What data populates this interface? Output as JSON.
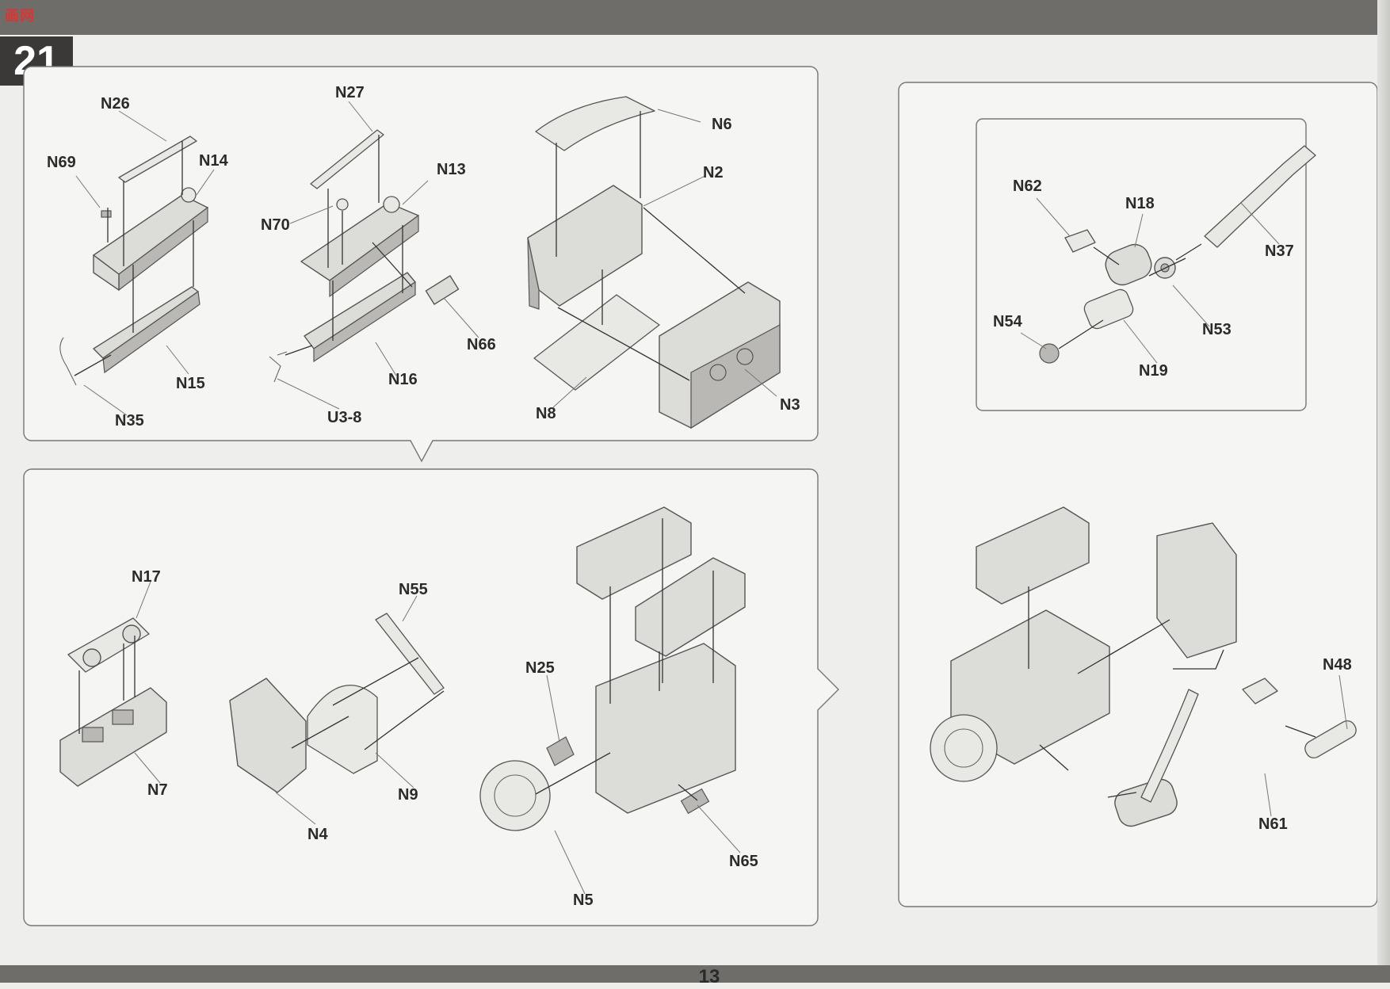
{
  "header": {
    "step_number": "21",
    "logo_text": "画网"
  },
  "footer": {
    "page_number": "13"
  },
  "part_labels": {
    "n26": "N26",
    "n69": "N69",
    "n14": "N14",
    "n15": "N15",
    "n35": "N35",
    "n27": "N27",
    "n13": "N13",
    "n70": "N70",
    "n66": "N66",
    "n16": "N16",
    "u3_8": "U3-8",
    "n6": "N6",
    "n2": "N2",
    "n8": "N8",
    "n3": "N3",
    "n17": "N17",
    "n7": "N7",
    "n55": "N55",
    "n9": "N9",
    "n4": "N4",
    "n25": "N25",
    "n5": "N5",
    "n65": "N65",
    "n62": "N62",
    "n18": "N18",
    "n37": "N37",
    "n54": "N54",
    "n53": "N53",
    "n19": "N19",
    "n48": "N48",
    "n61": "N61"
  },
  "colors": {
    "bar": "#6f6d6a",
    "paper": "#eeeeec",
    "panel": "#f5f5f3",
    "part_fill": "#dcdcd9",
    "step_box": "#3a3938"
  }
}
